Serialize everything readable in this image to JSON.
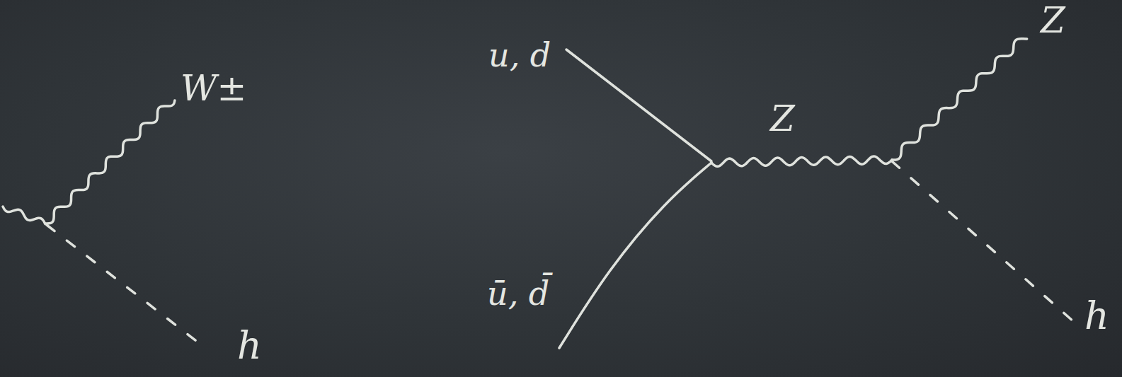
{
  "diagram": {
    "labels": [
      "W±",
      "u, d",
      "Z",
      "Z",
      "h",
      "ū, d̄",
      "h"
    ]
  }
}
